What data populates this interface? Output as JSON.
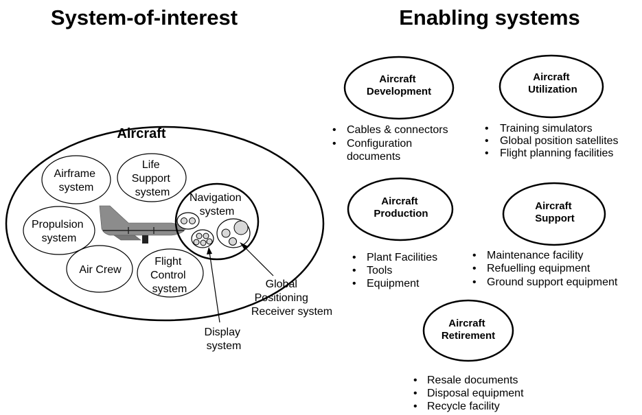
{
  "left_title": "System-of-interest",
  "right_title": "Enabling systems",
  "system_of_interest": {
    "name": "Aircraft",
    "airframe": [
      "Airframe",
      "system"
    ],
    "life_support": [
      "Life",
      "Support",
      "system"
    ],
    "navigation": [
      "Navigation",
      "system"
    ],
    "propulsion": [
      "Propulsion",
      "system"
    ],
    "air_crew": "Air Crew",
    "flight_control": [
      "Flight",
      "Control",
      "system"
    ],
    "gps_receiver": [
      "Global",
      "Positioning",
      "Receiver system"
    ],
    "display": [
      "Display",
      "system"
    ]
  },
  "enabling": {
    "development": {
      "name": [
        "Aircraft",
        "Development"
      ],
      "items": [
        "Cables & connectors",
        "Configuration",
        "documents"
      ]
    },
    "utilization": {
      "name": [
        "Aircraft",
        "Utilization"
      ],
      "items": [
        "Training simulators",
        "Global position satellites",
        "Flight planning facilities"
      ]
    },
    "production": {
      "name": [
        "Aircraft",
        "Production"
      ],
      "items": [
        "Plant Facilities",
        "Tools",
        "Equipment"
      ]
    },
    "support": {
      "name": [
        "Aircraft",
        "Support"
      ],
      "items": [
        "Maintenance facility",
        "Refuelling equipment",
        "Ground support equipment"
      ]
    },
    "retirement": {
      "name": [
        "Aircraft",
        "Retirement"
      ],
      "items": [
        "Resale documents",
        "Disposal equipment",
        "Recycle facility"
      ]
    }
  }
}
